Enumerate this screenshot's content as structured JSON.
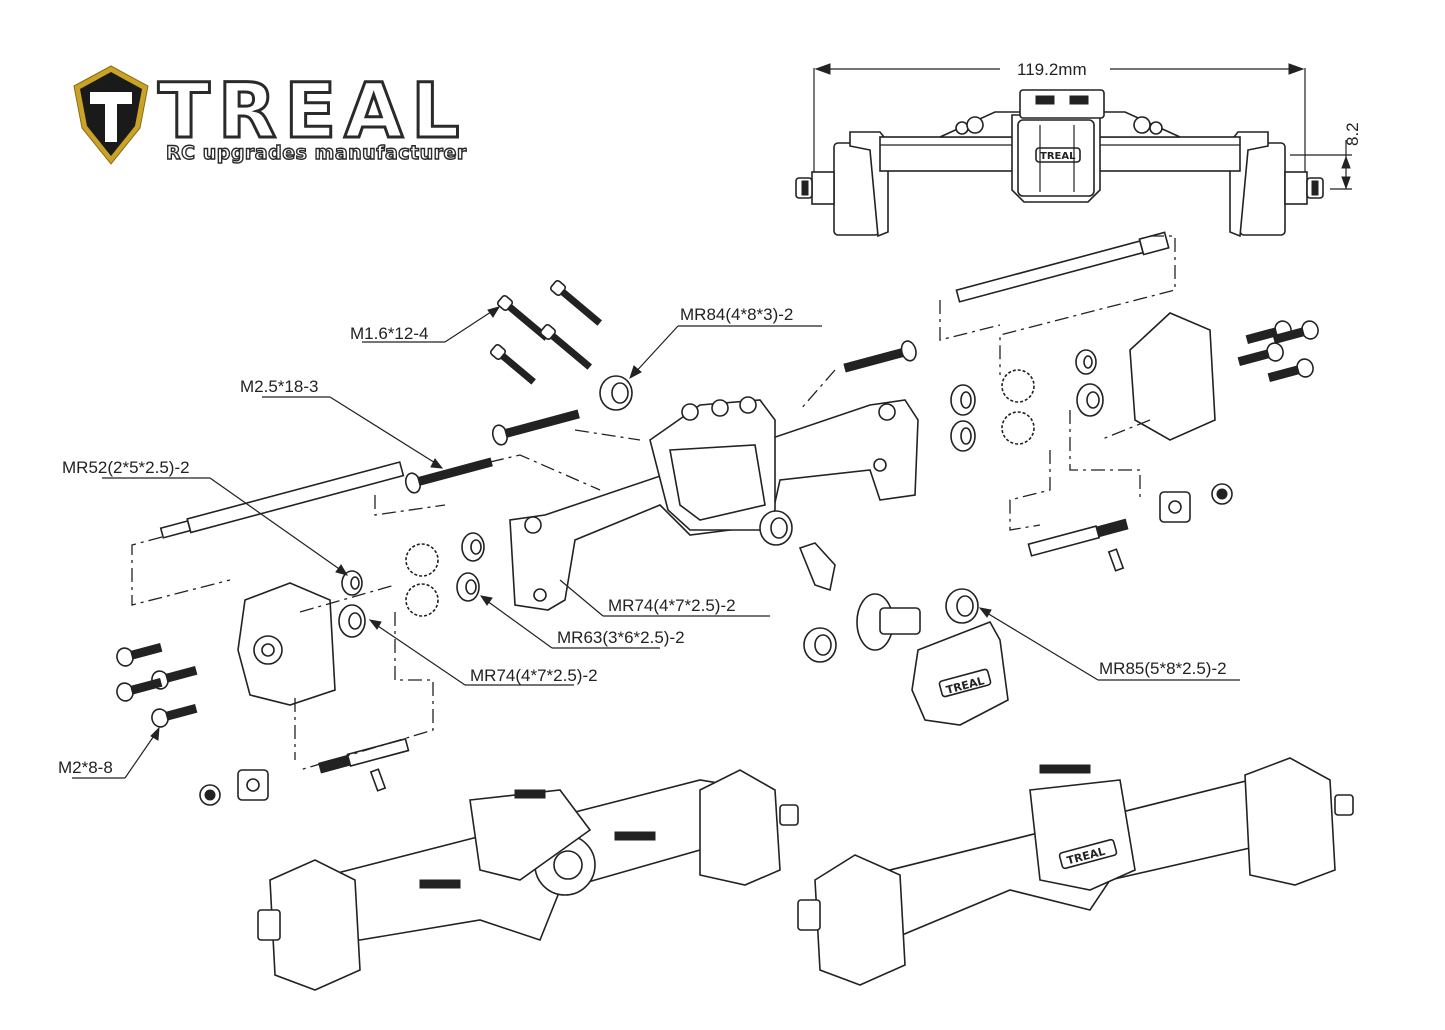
{
  "logo": {
    "brand_name": "TREAL",
    "tagline": "RC upgrades manufacturer",
    "shield_letter": "T",
    "colors": {
      "shield_gold": "#c9a227",
      "shield_dark": "#1a1a1a",
      "outline": "#2a2a2a"
    }
  },
  "dimensions": {
    "width_label": "119.2mm",
    "height_label": "8.2"
  },
  "part_labels": [
    {
      "id": "m16-screw",
      "text": "M1.6*12-4"
    },
    {
      "id": "mr84-bearing",
      "text": "MR84(4*8*3)-2"
    },
    {
      "id": "m25-screw",
      "text": "M2.5*18-3"
    },
    {
      "id": "mr52-bearing",
      "text": "MR52(2*5*2.5)-2"
    },
    {
      "id": "mr74-bearing-upper",
      "text": "MR74(4*7*2.5)-2"
    },
    {
      "id": "mr63-bearing",
      "text": "MR63(3*6*2.5)-2"
    },
    {
      "id": "mr74-bearing-lower",
      "text": "MR74(4*7*2.5)-2"
    },
    {
      "id": "mr85-bearing",
      "text": "MR85(5*8*2.5)-2"
    },
    {
      "id": "m2-screw",
      "text": "M2*8-8"
    }
  ],
  "cover_badge": "TREAL",
  "colors": {
    "line": "#222222",
    "background": "#ffffff"
  }
}
